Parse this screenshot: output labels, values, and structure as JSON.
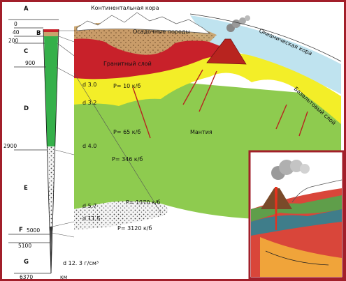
{
  "title": "Континентальная кора",
  "colors": {
    "border": "#a21f2a",
    "mantle": "#8ecb4f",
    "column_mantle": "#35b04a",
    "granite": "#c8212a",
    "basalt": "#f3ee28",
    "sediment": "#c9a36c",
    "ocean": "#bfe3ef",
    "core": "#eeeeee"
  },
  "layers": {
    "continental_crust": "Континентальная кора",
    "oceanic_crust": "Океаническая кора",
    "sedimentary": "Осадочные породы",
    "granite": "Гранитный слой",
    "basalt": "Базальтовый слой",
    "mantle": "Мантия"
  },
  "zones": [
    {
      "letter": "A"
    },
    {
      "letter": "B"
    },
    {
      "letter": "C"
    },
    {
      "letter": "D"
    },
    {
      "letter": "E"
    },
    {
      "letter": "F"
    },
    {
      "letter": "G"
    }
  ],
  "depths": [
    "0",
    "40",
    "200",
    "900",
    "2900",
    "5000",
    "5100",
    "6370"
  ],
  "depth_unit": "км",
  "densities": [
    "d 3.0",
    "d 3.2",
    "d 4.0",
    "d 5.7",
    "d 11.5",
    "d 12. 3  г/см³"
  ],
  "pressures": [
    "P= 10 к/б",
    "P= 65 к/б",
    "P= 346 к/б",
    "P= 1370 к/б",
    "P= 3120 к/б"
  ],
  "inset": {
    "description_icon": "volcano-cross-section-icon"
  }
}
